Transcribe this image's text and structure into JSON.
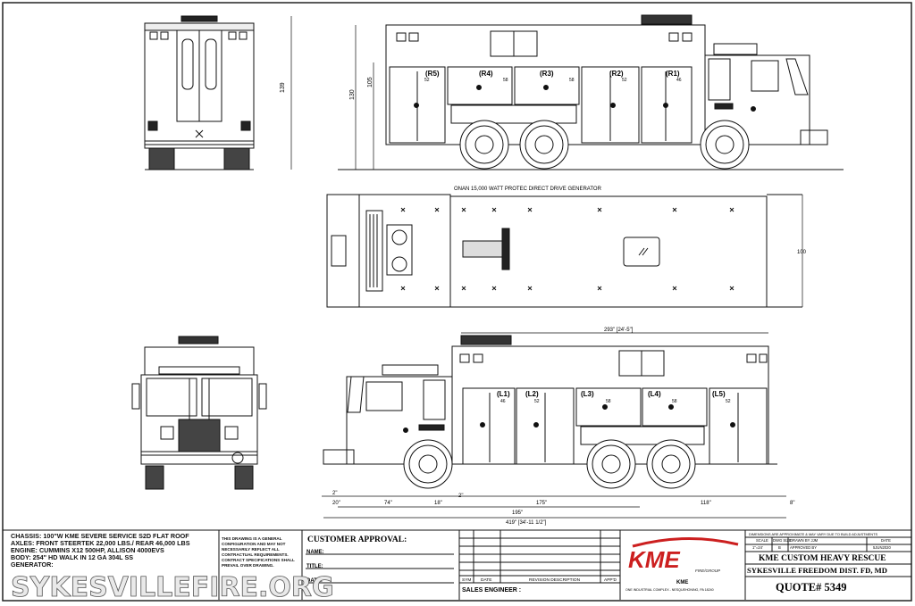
{
  "drawing": {
    "generator_label": "ONAN 15,000 WATT PROTEC DIRECT DRIVE GENERATOR",
    "side_right": {
      "dims": [
        "139",
        "130",
        "105"
      ],
      "compartments": [
        {
          "label": "(R5)",
          "num": "52"
        },
        {
          "label": "(R4)",
          "num": "58"
        },
        {
          "label": "(R3)",
          "num": "58"
        },
        {
          "label": "(R2)",
          "num": "52"
        },
        {
          "label": "(R1)",
          "num": "46"
        }
      ]
    },
    "top_view": {
      "width_dim": "100"
    },
    "side_left": {
      "body_dim": "293\" [24'-5\"]",
      "compartments": [
        {
          "label": "(L1)",
          "num": "46"
        },
        {
          "label": "(L2)",
          "num": "52"
        },
        {
          "label": "(L3)",
          "num": "58"
        },
        {
          "label": "(L4)",
          "num": "58"
        },
        {
          "label": "(L5)",
          "num": "52"
        }
      ],
      "dim_row1": [
        "2\"",
        "20\"",
        "74\"",
        "18\"",
        "2\"",
        "175\"",
        "118\"",
        "8\""
      ],
      "dim_195": "195\"",
      "dim_overall": "419\" [34'-11 1/2\"]"
    }
  },
  "specs": [
    "CHASSIS: 100\"W KME SEVERE SERVICE S2D FLAT ROOF",
    "AXLES: FRONT STEERTEK 22,000 LBS./ REAR 46,000 LBS",
    "ENGINE: CUMMINS X12 500HP, ALLISON 4000EVS",
    "BODY: 254\" HD WALK IN  12 GA 304L SS",
    "GENERATOR:"
  ],
  "notice": [
    "THIS DRAWING IS A GENERAL",
    "CONFIGURATION AND MAY NOT",
    "NECESSARILY REFLECT ALL",
    "CONTRACTUAL REQUIREMENTS.",
    "CONTRACT SPECIFICATIONS SHALL",
    "PREVAIL OVER DRAWING."
  ],
  "approval": {
    "heading": "CUSTOMER APPROVAL:",
    "fields": [
      "NAME:",
      "TITLE:",
      "DATE:"
    ]
  },
  "revision": {
    "headers": [
      "SYM",
      "DATE",
      "REVISION DESCRIPTION",
      "APP'D"
    ],
    "sales_engineer": "SALES ENGINEER :"
  },
  "brand": {
    "logo": "KME",
    "tagline": "FIRE/GROUP",
    "name": "KME",
    "address": "ONE INDUSTRIAL COMPLEX  -  NESQUEHONING, PA  18240",
    "accent": "#cc1f1f"
  },
  "title_block": {
    "note": "DIMENSIONS ARE APPROXIMATE & MAY VARY DUE TO BUILD ADJUSTMENTS",
    "scale_label": "SCALE",
    "scale": "1\"=24'",
    "dwg_size_label": "DWG SIZE",
    "dwg_size": "B",
    "drawn_by": "DRAWN BY  JJM",
    "approved_by": "APPROVED BY",
    "date_label": "DATE",
    "date": "5JUN2020",
    "title": "KME CUSTOM HEAVY RESCUE",
    "customer": "SYKESVILLE FREEDOM DIST. FD, MD",
    "quote": "QUOTE# 5349"
  },
  "watermark": "SYKESVILLEFIRE.ORG"
}
